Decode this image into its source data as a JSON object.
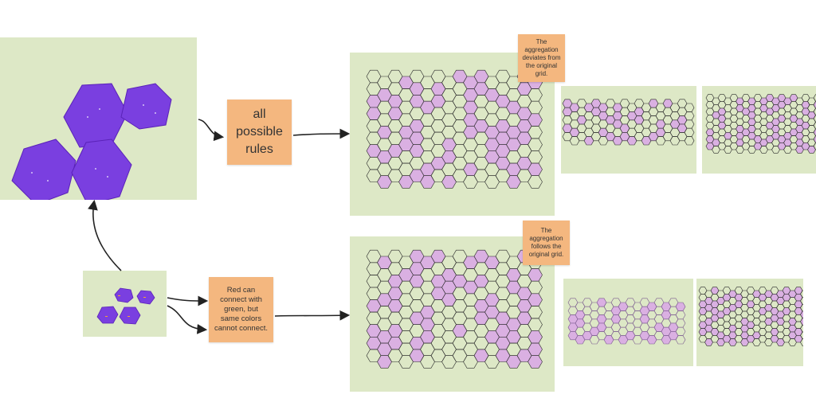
{
  "notes": {
    "all_rules": "all\npossible\nrules",
    "deviates": "The\naggregation\ndeviates from\nthe original\ngrid.",
    "follows": "The\naggregation\nfollows the\noriginal grid.",
    "red_green": "Red can\nconnect with\ngreen, but\nsame colors\ncannot connect."
  },
  "colors": {
    "panel_bg": "#dde8c6",
    "note_bg": "#f4b77f",
    "tile_purple": "#7a3fe0",
    "tile_pink": "#d9a6e6",
    "grid_line": "#2a2a2a",
    "arrow": "#222222"
  },
  "icons": {
    "tiles": "hexagon-tile-image",
    "aggregation": "hexagon-grid-aggregation-image"
  }
}
